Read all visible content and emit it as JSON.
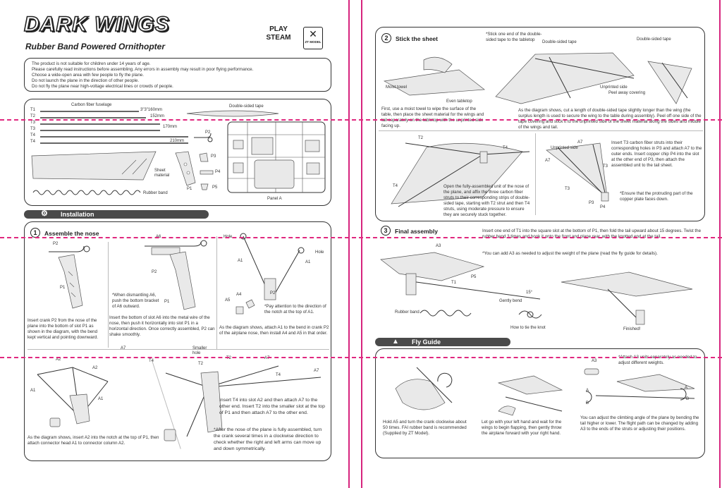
{
  "header": {
    "brand_title": "DARK WINGS",
    "subtitle": "Rubber Band Powered Ornithopter",
    "logo1": "PLAY STEAM",
    "logo2": "ZT MODEL"
  },
  "notes": [
    "The product is not suitable for children under 14 years of age.",
    "Please carefully read instructions before assembling. Any errors in assembly may result in poor flying performance.",
    "Choose a wide-open area with few people to fly the plane.",
    "Do not launch the plane in the direction of other people.",
    "Do not fly the plane near high-voltage electrical lines or crowds of people."
  ],
  "parts": {
    "fuselage_title": "Carbon fiber fuselage",
    "tape_title": "Double-sided tape",
    "t1": "T1",
    "t1_len": "3\"3\"160mm",
    "t2": "T2",
    "t2_len": "152mm",
    "t3": "T3",
    "t3_len": "170mm",
    "t4a": "T4",
    "t4b": "T4",
    "t4_len": "210mm",
    "p2": "P2",
    "p1": "P1",
    "p3": "P3",
    "p4": "P4",
    "p5": "P5",
    "sheet": "Sheet material",
    "rubber": "Rubber band",
    "panel": "Panel A"
  },
  "installation": {
    "title": "Installation",
    "step1_num": "1",
    "step1_title": "Assemble the nose",
    "s1_p2": "P2",
    "s1_p1": "P1",
    "s1a_text": "Insert crank P2 from the nose of the plane into the bottom of slot P1 as shown in the diagram, with the bend kept vertical and pointing downward.",
    "s1b_a6": "A6",
    "s1b_p2": "P2",
    "s1b_p1": "P1",
    "s1b_note": "*When dismantling A6, push the bottom bracket of A6 outward.",
    "s1b_text": "Insert the bottom of slot A6 into the metal wire of the nose, then push it horizontally into slot P1 in a horizontal direction. Once correctly assembled, P2 can shake smoothly.",
    "s1c_hole1": "Hole",
    "s1c_hole2": "Hole",
    "s1c_a1a": "A1",
    "s1c_a1b": "A1",
    "s1c_a4": "A4",
    "s1c_a5": "A5",
    "s1c_p2": "P2",
    "s1c_note": "*Pay attention to the direction of the notch at the top of A1.",
    "s1c_text": "As the diagram shows, attach A1 to the bend in crank P2 of the airplane nose, then install A4 and A5 in that order.",
    "s1d_a2a": "A2",
    "s1d_a2b": "A2",
    "s1d_a1a": "A1",
    "s1d_a1b": "A1",
    "s1d_text": "As the diagram shows, insert A2 into the notch at the top of P1, then attach connector head A1 to connector column A2.",
    "s1e_a7a": "A7",
    "s1e_a7b": "A7",
    "s1e_a7c": "A7",
    "s1e_t4a": "T4",
    "s1e_t4b": "T4",
    "s1e_t2a": "T2",
    "s1e_t2b": "T2",
    "s1e_small": "Smaller hole",
    "s1e_text": "Insert T4 into slot A2 and then attach A7 to the other end. Insert T2 into the smaller slot at the top of P1 and then attach A7 to the other end.",
    "s1e_note": "*After the nose of the plane is fully assembled, turn the crank several times in a clockwise direction to check whether the right and left arms can move up and down symmetrically."
  },
  "stick": {
    "num": "2",
    "title": "Stick the sheet",
    "moist": "Moist towel",
    "table": "Even tabletop",
    "text1": "First, use a moist towel to wipe the surface of the table, then place the sheet material for the wings and tail separately on the tabletop with the unprinted side facing up.",
    "note1": "*Stick one end of the double-sided tape to the tabletop",
    "tape1": "Double-sided tape",
    "tape2": "Double-sided tape",
    "unprinted": "Unprinted side",
    "peel": "Peel away covering",
    "text2": "As the diagram shows, cut a length of double-sided tape slightly longer than the wing (the surplus length is used to secure the wing to the table during assembly). Peel off one side of the tape covering and stick it to the unprinted side of the sheet material along the sides and middle of the wings and tail.",
    "w_t2": "T2",
    "w_t4a": "T4",
    "w_t4b": "T4",
    "wing_text": "Open the fully-assembled unit of the nose of the plane, and affix the three carbon fiber struts to their corresponding strips of double-sided tape, starting with T2 strut and then T4 struts, using moderate pressure to ensure they are securely stuck together.",
    "tail_a7a": "A7",
    "tail_a7b": "A7",
    "tail_t3a": "T3",
    "tail_t3b": "T3",
    "tail_unp": "Unprinted side",
    "tail_p3": "P3",
    "tail_p4": "P4",
    "tail_text": "Insert T3 carbon fiber struts into their corresponding holes in P3 and attach A7 to the outer ends. Insert copper chip P4 into the slot at the other end of P3, then attach the assembled unit to the tail sheet.",
    "tail_note": "*Ensure that the protruding part of the copper plate faces down."
  },
  "final": {
    "num": "3",
    "title": "Final assembly",
    "text": "Insert one end of T1 into the square slot at the bottom of P1, then fold the tail upward about 15 degrees. Twist the rubber band 3 times and hook it onto the front and plane rear, with the knotted end at the tail.",
    "note": "*You can add A3 as needed to adjust the weight of the plane (read the fly guide for details).",
    "a3": "A3",
    "t1": "T1",
    "p5": "P5",
    "angle": "15°",
    "gently": "Gently bend",
    "rubber": "Rubber band",
    "knot": "How to tie the knot",
    "finished": "Finished!"
  },
  "fly": {
    "title": "Fly Guide",
    "text1": "Hold A5 and turn the crank clockwise about 50 times. FAI rubber band is recommended (Supplied by ZT Model).",
    "text2": "Let go with your left hand and wait for the wings to begin flapping, then gently throw the airplane forward with your right hand.",
    "note3": "*Attach A3 units separately as needed to adjust different weights.",
    "a3": "A3",
    "a": "A",
    "b": "B",
    "a2": "A",
    "b2": "B",
    "text3": "You can adjust the climbing angle of the plane by bending the tail higher or lower. The flight path can be changed by adding A3 to the ends of the struts or adjusting their positions."
  }
}
